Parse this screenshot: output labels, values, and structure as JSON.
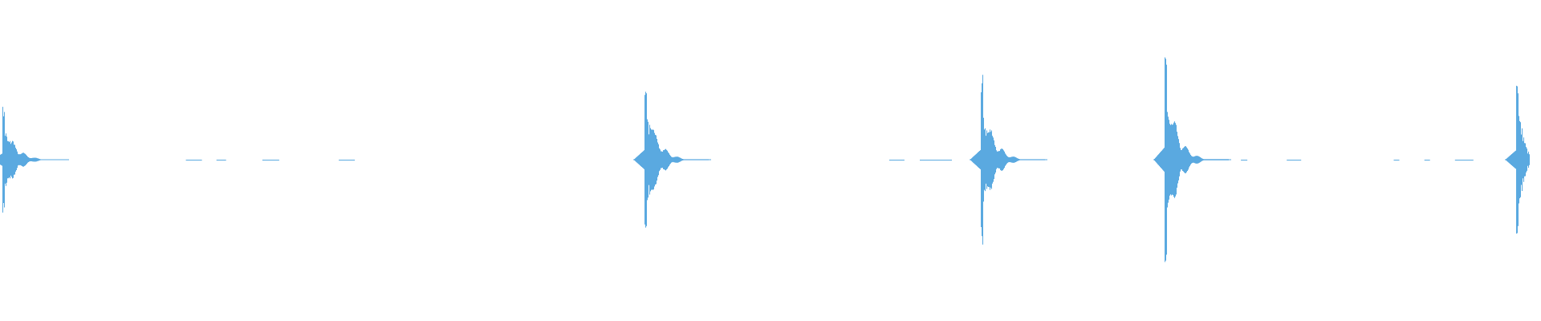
{
  "colors": {
    "background": "#ffffff",
    "waveform": "#5aa9e0"
  },
  "waveform": {
    "clips": [
      {
        "time": 0.0,
        "amp": 0.64,
        "ringing": true
      },
      {
        "time": 0.42,
        "amp": 1.0,
        "ringing": true
      },
      {
        "time": 0.64,
        "amp": 1.02,
        "ringing": true
      },
      {
        "time": 0.76,
        "amp": 1.26,
        "ringing": true
      },
      {
        "time": 0.99,
        "amp": 0.97,
        "ringing": false
      }
    ],
    "blips": [
      0.12,
      0.14,
      0.17,
      0.22,
      0.58,
      0.6,
      0.61,
      0.81,
      0.84,
      0.91,
      0.93,
      0.95
    ]
  }
}
